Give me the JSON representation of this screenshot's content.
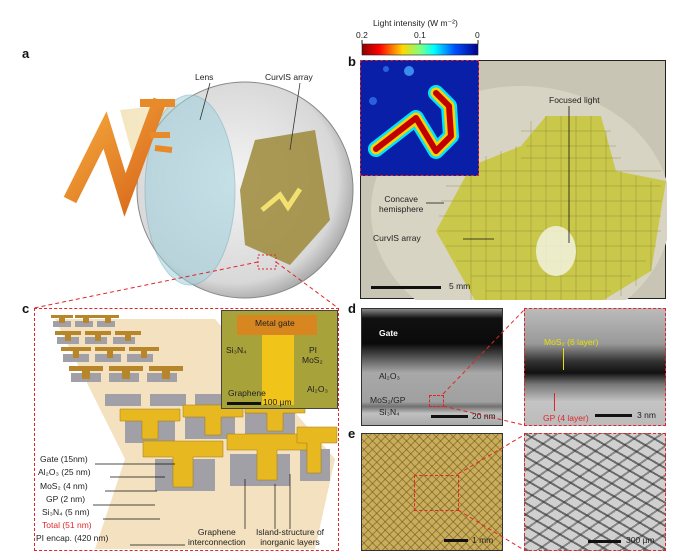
{
  "panels": {
    "a": "a",
    "b": "b",
    "c": "c",
    "d": "d",
    "e": "e"
  },
  "panel_a": {
    "lens_label": "Lens",
    "array_label": "CurvIS array"
  },
  "colorbar": {
    "title": "Light intensity (W m⁻²)",
    "ticks": [
      "0.2",
      "0.1",
      "0"
    ],
    "range": [
      0.2,
      0
    ]
  },
  "panel_b": {
    "focused_light": "Focused light",
    "concave_1": "Concave",
    "concave_2": "hemisphere",
    "curvis": "CurvIS array",
    "scale": "5 mm"
  },
  "panel_c": {
    "inset": {
      "metal_gate": "Metal gate",
      "si3n4": "Si₃N₄",
      "pi": "PI",
      "mos2": "MoS₂",
      "graphene": "Graphene",
      "al2o3": "Al₂O₃",
      "scale": "100 µm"
    },
    "layers": [
      "Gate (15nm)",
      "Al₂O₃ (25 nm)",
      "MoS₂ (4 nm)",
      "GP (2 nm)",
      "Si₃N₄ (5 nm)"
    ],
    "total": "Total (51 nm)",
    "pi_encap": "PI encap. (420 nm)",
    "graphene_1": "Graphene",
    "graphene_2": "interconnection",
    "island_1": "Island-structure of",
    "island_2": "inorganic layers"
  },
  "panel_d": {
    "gate": "Gate",
    "al2o3": "Al₂O₃",
    "mos2gp": "MoS₂/GP",
    "si3n4": "Si₃N₄",
    "scale_left": "20 nm",
    "mos2_layers": "MoS₂ (6 layer)",
    "gp_layers": "GP (4 layer)",
    "scale_right": "3 nm"
  },
  "panel_e": {
    "scale_left": "1 mm",
    "scale_right": "300 µm"
  },
  "colors": {
    "accent_red": "#e0262b",
    "gold": "#e8b820",
    "array_yellow": "#c8c24a"
  }
}
